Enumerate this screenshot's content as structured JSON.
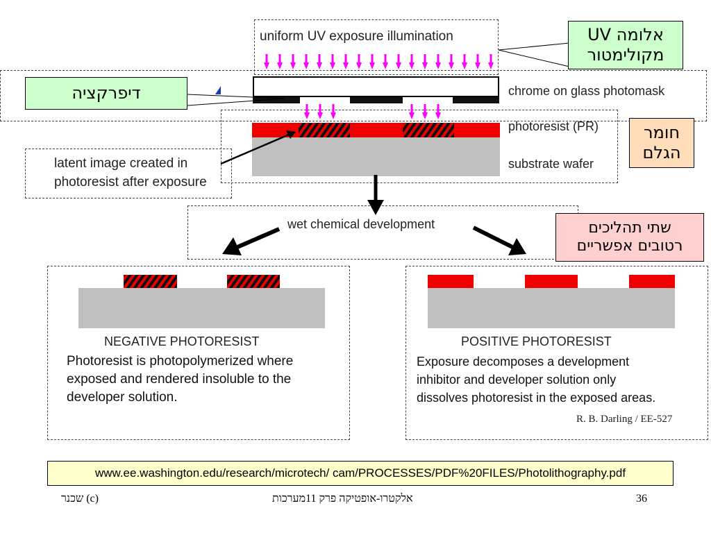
{
  "top": {
    "illumination_label": "uniform UV exposure illumination",
    "photomask_label": "chrome on glass photomask",
    "photoresist_label": "photoresist (PR)",
    "substrate_label": "substrate wafer",
    "latent_line1": "latent image created in",
    "latent_line2": "photoresist after exposure",
    "development_label": "wet chemical development"
  },
  "callouts": {
    "uv_line1": "אלומה UV",
    "uv_line2": "מקולימטור",
    "diffraction": "דיפרקציה",
    "material_line1": "חומר",
    "material_line2": "הגלם",
    "processes_line1": "שתי תהליכים",
    "processes_line2": "רטובים אפשריים"
  },
  "negative": {
    "title": "NEGATIVE PHOTORESIST",
    "description": "Photoresist is photopolymerized where\nexposed and rendered insoluble to the\ndeveloper solution."
  },
  "positive": {
    "title": "POSITIVE PHOTORESIST",
    "description": "Exposure decomposes a development\ninhibitor and developer solution only\ndissolves photoresist in the exposed areas.",
    "credit": "R. B. Darling / EE-527"
  },
  "url": "www.ee.washington.edu/research/microtech/ cam/PROCESSES/PDF%20FILES/Photolithography.pdf",
  "footer": {
    "left": "(c) שכנר",
    "center": "אלקטרו-אופטיקה פרק 11מערכות",
    "page": "36"
  },
  "colors": {
    "uv_arrow": "#ff00ff",
    "photoresist": "#ee0000",
    "substrate": "#c0c0c0",
    "chrome": "#111111",
    "callout_green": "#ccffcc",
    "callout_peach": "#ffddbb",
    "callout_pink": "#ffd0d0",
    "url_box": "#ffffcc"
  }
}
